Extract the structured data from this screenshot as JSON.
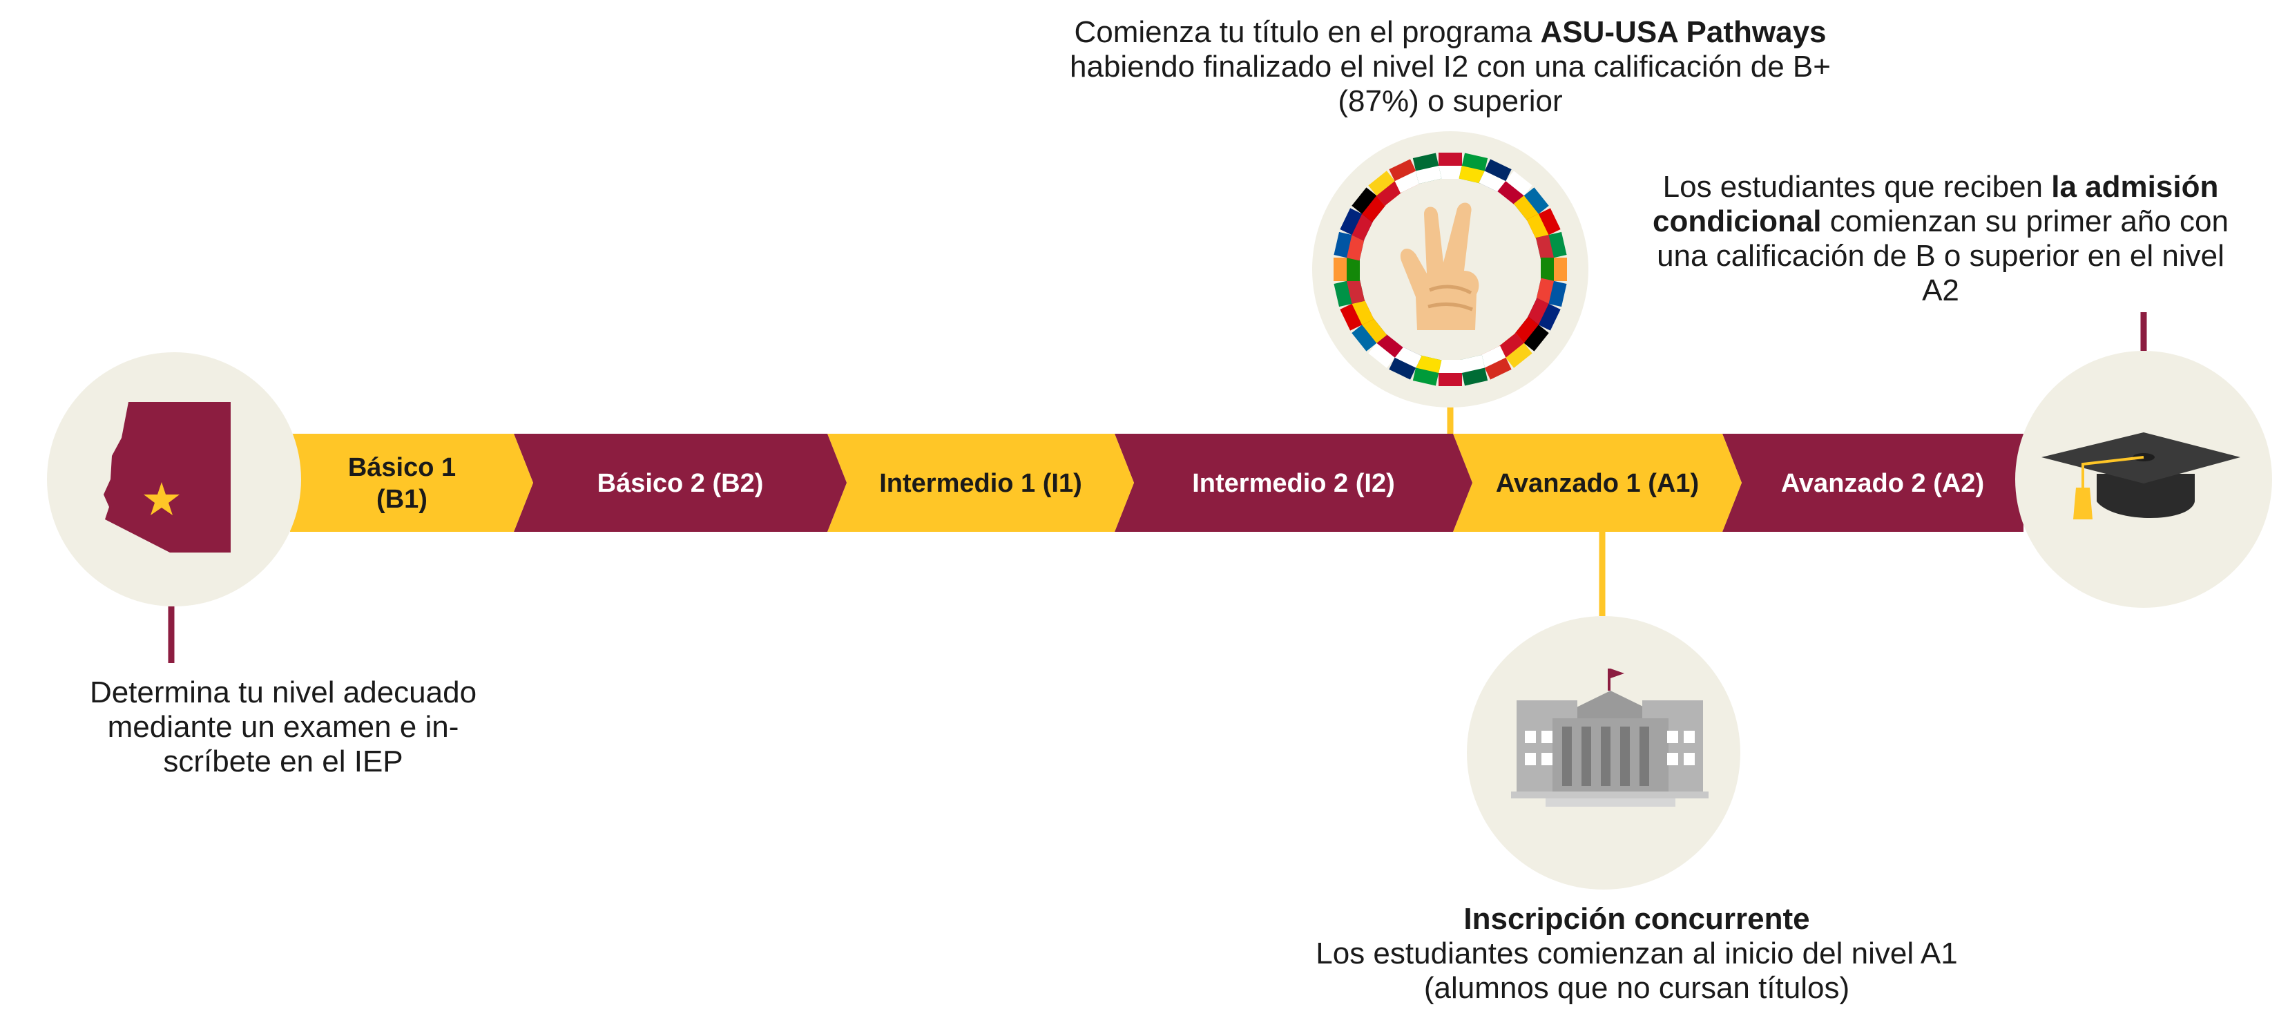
{
  "colors": {
    "gold": "#FFC627",
    "maroon": "#8C1D40",
    "circle_bg": "#F1EFE4",
    "text": "#1a1a1a",
    "hand": "#F3C48E",
    "cap": "#2f2f2f",
    "building": "#A9A9A9"
  },
  "segments": [
    {
      "label_lines": [
        "Básico 1",
        "(B1)"
      ],
      "color": "gold"
    },
    {
      "label_lines": [
        "Básico 2 (B2)"
      ],
      "color": "maroon"
    },
    {
      "label_lines": [
        "Intermedio 1 (I1)"
      ],
      "color": "gold"
    },
    {
      "label_lines": [
        "Intermedio 2 (I2)"
      ],
      "color": "maroon"
    },
    {
      "label_lines": [
        "Avanzado 1 (A1)"
      ],
      "color": "gold"
    },
    {
      "label_lines": [
        "Avanzado 2 (A2)"
      ],
      "color": "maroon"
    }
  ],
  "icons": {
    "start": "arizona-state-map-icon",
    "pathways": "victory-hand-flags-icon",
    "concurrent": "university-building-icon",
    "graduation": "graduation-cap-icon"
  },
  "captions": {
    "placement": {
      "lines": [
        "Determina tu nivel adecuado",
        "mediante un examen e in-",
        "scríbete en el IEP"
      ]
    },
    "pathways": {
      "line1_prefix": "Comienza tu título en el programa ",
      "line1_bold": "ASU-USA Pathways",
      "line2": "habiendo finalizado el nivel I2 con una calificación de B+",
      "line3": "(87%) o superior"
    },
    "conditional": {
      "line1_prefix": "Los estudiantes que reciben ",
      "line1_bold": "la admisión",
      "line2_bold": "condicional",
      "line2_suffix": " comienzan su primer año con",
      "line3": "una calificación de B o superior en el nivel",
      "line4": "A2"
    },
    "concurrent": {
      "title": "Inscripción concurrente",
      "line2": "Los estudiantes comienzan al inicio del nivel A1",
      "line3": "(alumnos que no cursan títulos)"
    }
  }
}
